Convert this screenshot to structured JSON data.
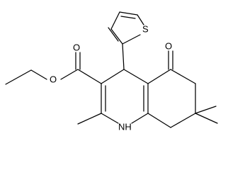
{
  "structure": {
    "atoms": {
      "sulfur": "S",
      "carbonyl_oxygen": "O",
      "ester_carbonyl_oxygen": "O",
      "ester_ether_oxygen": "O",
      "ring_nitrogen": "NH"
    },
    "colors": {
      "background": "#ffffff",
      "ink": "#000000"
    }
  }
}
